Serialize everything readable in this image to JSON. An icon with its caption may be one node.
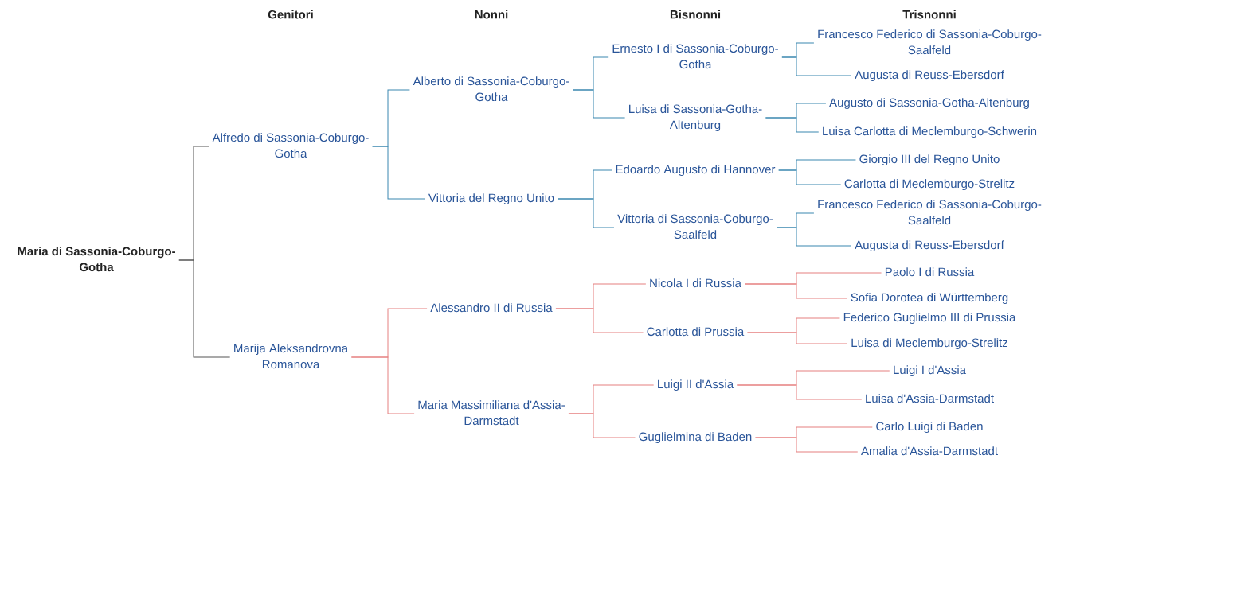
{
  "diagram": {
    "nodes": [
      {
        "text": [
          "Maria di Sassonia-Coburgo-Gotha"
        ]
      },
      {
        "text": [
          "Alfredo di Sassonia-Coburgo-Gotha"
        ]
      },
      {
        "text": [
          "Marija Aleksandrovna Romanova"
        ]
      },
      {
        "text": [
          "Alberto di Sassonia-Coburgo-Gotha"
        ]
      },
      {
        "text": [
          "Vittoria del Regno Unito"
        ]
      },
      {
        "text": [
          "Alessandro II di Russia"
        ]
      },
      {
        "text": [
          "Maria Massimiliana d'Assia-Darmstadt"
        ]
      },
      {
        "text": [
          "Ernesto I di Sassonia-Coburgo-Gotha"
        ]
      },
      {
        "text": [
          "Luisa di Sassonia-Gotha-Altenburg"
        ]
      },
      {
        "text": [
          "Edoardo Augusto di Hannover"
        ]
      },
      {
        "text": [
          "Vittoria di Sassonia-Coburgo-Saalfeld"
        ]
      },
      {
        "text": [
          "Nicola I di Russia"
        ]
      },
      {
        "text": [
          "Carlotta di Prussia"
        ]
      },
      {
        "text": [
          "Luigi II d'Assia"
        ]
      },
      {
        "text": [
          "Guglielmina di Baden"
        ]
      },
      {
        "text": [
          "Francesco Federico di Sassonia-Coburgo-Saalfeld"
        ]
      },
      {
        "text": [
          "Augusta di Reuss-Ebersdorf"
        ]
      },
      {
        "text": [
          "Augusto di Sassonia-Gotha-Altenburg"
        ]
      },
      {
        "text": [
          "Luisa Carlotta di Meclemburgo-Schwerin"
        ]
      },
      {
        "text": [
          "Giorgio III del Regno Unito"
        ]
      },
      {
        "text": [
          "Carlotta di Meclemburgo-Strelitz"
        ]
      },
      {
        "text": [
          "Francesco Federico di Sassonia-Coburgo-Saalfeld"
        ]
      },
      {
        "text": [
          "Augusta di Reuss-Ebersdorf"
        ]
      },
      {
        "text": [
          "Paolo I di Russia"
        ]
      },
      {
        "text": [
          "Sofia Dorotea di Württemberg"
        ]
      },
      {
        "text": [
          "Federico Guglielmo III di Prussia"
        ]
      },
      {
        "text": [
          "Luisa di Meclemburgo-Strelitz"
        ]
      },
      {
        "text": [
          "Luigi I d'Assia"
        ]
      },
      {
        "text": [
          "Luisa d'Assia-Darmstadt"
        ]
      },
      {
        "text": [
          "Carlo Luigi di Baden"
        ]
      },
      {
        "text": [
          "Amalia d'Assia-Darmstadt"
        ]
      }
    ],
    "edges": [
      {
        "from": 0,
        "to": 1,
        "arrow": "none",
        "color": "#555555"
      },
      {
        "from": 0,
        "to": 2,
        "arrow": "none",
        "color": "#555555"
      },
      {
        "from": 1,
        "to": 3,
        "arrow": "none",
        "color": "#3a87b0"
      },
      {
        "from": 1,
        "to": 4,
        "arrow": "none",
        "color": "#3a87b0"
      },
      {
        "from": 2,
        "to": 5,
        "arrow": "none",
        "color": "#e58080"
      },
      {
        "from": 2,
        "to": 6,
        "arrow": "none",
        "color": "#e58080"
      },
      {
        "from": 3,
        "to": 7,
        "arrow": "none",
        "color": "#3a87b0"
      },
      {
        "from": 3,
        "to": 8,
        "arrow": "none",
        "color": "#3a87b0"
      },
      {
        "from": 4,
        "to": 9,
        "arrow": "none",
        "color": "#3a87b0"
      },
      {
        "from": 4,
        "to": 10,
        "arrow": "none",
        "color": "#3a87b0"
      },
      {
        "from": 5,
        "to": 11,
        "arrow": "none",
        "color": "#e58080"
      },
      {
        "from": 5,
        "to": 12,
        "arrow": "none",
        "color": "#e58080"
      },
      {
        "from": 6,
        "to": 13,
        "arrow": "none",
        "color": "#e58080"
      },
      {
        "from": 6,
        "to": 14,
        "arrow": "none",
        "color": "#e58080"
      },
      {
        "from": 7,
        "to": 15,
        "arrow": "none",
        "color": "#3a87b0"
      },
      {
        "from": 7,
        "to": 16,
        "arrow": "none",
        "color": "#3a87b0"
      },
      {
        "from": 8,
        "to": 17,
        "arrow": "none",
        "color": "#3a87b0"
      },
      {
        "from": 8,
        "to": 18,
        "arrow": "none",
        "color": "#3a87b0"
      },
      {
        "from": 9,
        "to": 19,
        "arrow": "none",
        "color": "#3a87b0"
      },
      {
        "from": 9,
        "to": 20,
        "arrow": "none",
        "color": "#3a87b0"
      },
      {
        "from": 10,
        "to": 21,
        "arrow": "none",
        "color": "#3a87b0"
      },
      {
        "from": 10,
        "to": 22,
        "arrow": "none",
        "color": "#3a87b0"
      },
      {
        "from": 11,
        "to": 23,
        "arrow": "none",
        "color": "#e58080"
      },
      {
        "from": 11,
        "to": 24,
        "arrow": "none",
        "color": "#e58080"
      },
      {
        "from": 12,
        "to": 25,
        "arrow": "none",
        "color": "#e58080"
      },
      {
        "from": 12,
        "to": 26,
        "arrow": "none",
        "color": "#e58080"
      },
      {
        "from": 13,
        "to": 27,
        "arrow": "none",
        "color": "#e58080"
      },
      {
        "from": 13,
        "to": 28,
        "arrow": "none",
        "color": "#e58080"
      },
      {
        "from": 14,
        "to": 29,
        "arrow": "none",
        "color": "#e58080"
      },
      {
        "from": 14,
        "to": 30,
        "arrow": "none",
        "color": "#e58080"
      }
    ],
    "labels": [
      "Genitori",
      "Nonni",
      "Bisnonni",
      "Trisnonni"
    ]
  }
}
